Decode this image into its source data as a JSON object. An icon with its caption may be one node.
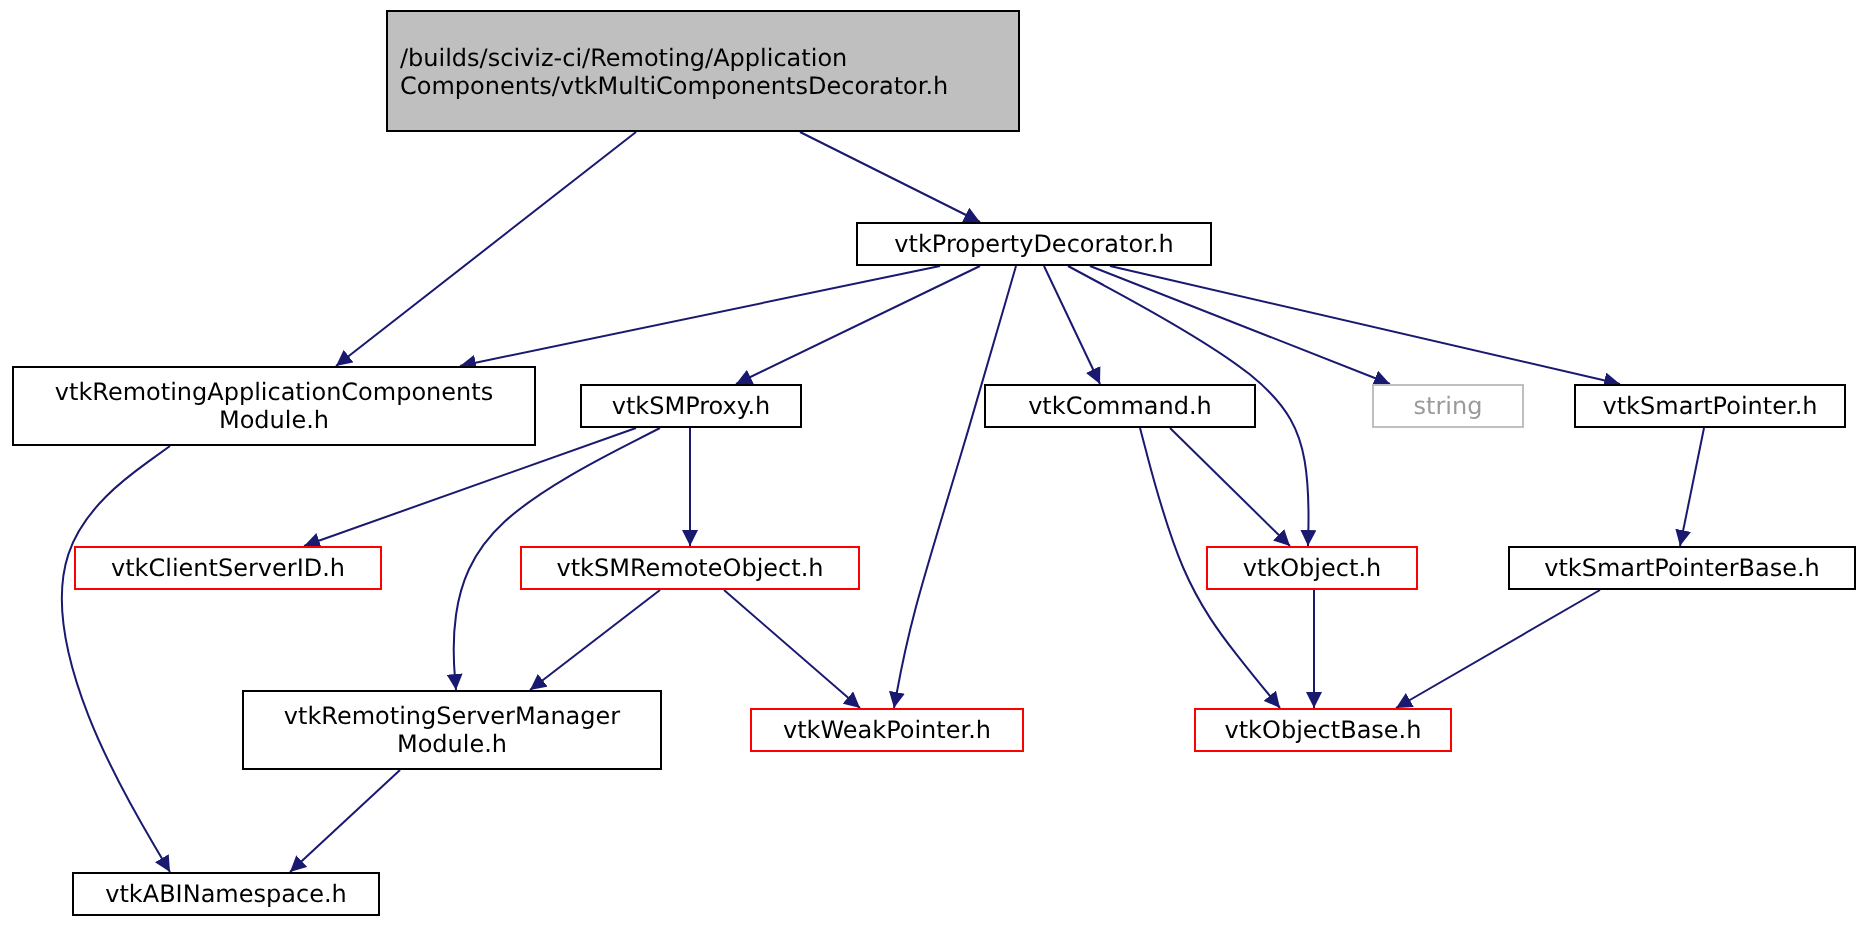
{
  "diagram": {
    "nodes": [
      {
        "text": [
          "/builds/sciviz-ci/Remoting/Application Components/vtkMultiComponentsDecorator.h"
        ]
      },
      {
        "text": [
          "vtkPropertyDecorator.h"
        ]
      },
      {
        "text": [
          "vtkRemotingApplicationComponents Module.h"
        ]
      },
      {
        "text": [
          "vtkSMProxy.h"
        ]
      },
      {
        "text": [
          "vtkCommand.h"
        ]
      },
      {
        "text": [
          "string"
        ]
      },
      {
        "text": [
          "vtkSmartPointer.h"
        ]
      },
      {
        "text": [
          "vtkClientServerID.h"
        ]
      },
      {
        "text": [
          "vtkSMRemoteObject.h"
        ]
      },
      {
        "text": [
          "vtkObject.h"
        ]
      },
      {
        "text": [
          "vtkSmartPointerBase.h"
        ]
      },
      {
        "text": [
          "vtkRemotingServerManager Module.h"
        ]
      },
      {
        "text": [
          "vtkWeakPointer.h"
        ]
      },
      {
        "text": [
          "vtkObjectBase.h"
        ]
      },
      {
        "text": [
          "vtkABINamespace.h"
        ]
      }
    ],
    "edges": [
      {
        "from": 0,
        "to": 1,
        "arrow": "to"
      },
      {
        "from": 0,
        "to": 2,
        "arrow": "to"
      },
      {
        "from": 1,
        "to": 2,
        "arrow": "to"
      },
      {
        "from": 1,
        "to": 3,
        "arrow": "to"
      },
      {
        "from": 1,
        "to": 12,
        "arrow": "to"
      },
      {
        "from": 1,
        "to": 4,
        "arrow": "to"
      },
      {
        "from": 1,
        "to": 9,
        "arrow": "to"
      },
      {
        "from": 1,
        "to": 5,
        "arrow": "to"
      },
      {
        "from": 1,
        "to": 6,
        "arrow": "to"
      },
      {
        "from": 2,
        "to": 14,
        "arrow": "to"
      },
      {
        "from": 3,
        "to": 7,
        "arrow": "to"
      },
      {
        "from": 3,
        "to": 8,
        "arrow": "to"
      },
      {
        "from": 3,
        "to": 11,
        "arrow": "to"
      },
      {
        "from": 4,
        "to": 9,
        "arrow": "to"
      },
      {
        "from": 4,
        "to": 13,
        "arrow": "to"
      },
      {
        "from": 6,
        "to": 10,
        "arrow": "to"
      },
      {
        "from": 8,
        "to": 11,
        "arrow": "to"
      },
      {
        "from": 8,
        "to": 12,
        "arrow": "to"
      },
      {
        "from": 9,
        "to": 13,
        "arrow": "to"
      },
      {
        "from": 10,
        "to": 13,
        "arrow": "to"
      },
      {
        "from": 11,
        "to": 14,
        "arrow": "to"
      }
    ]
  }
}
